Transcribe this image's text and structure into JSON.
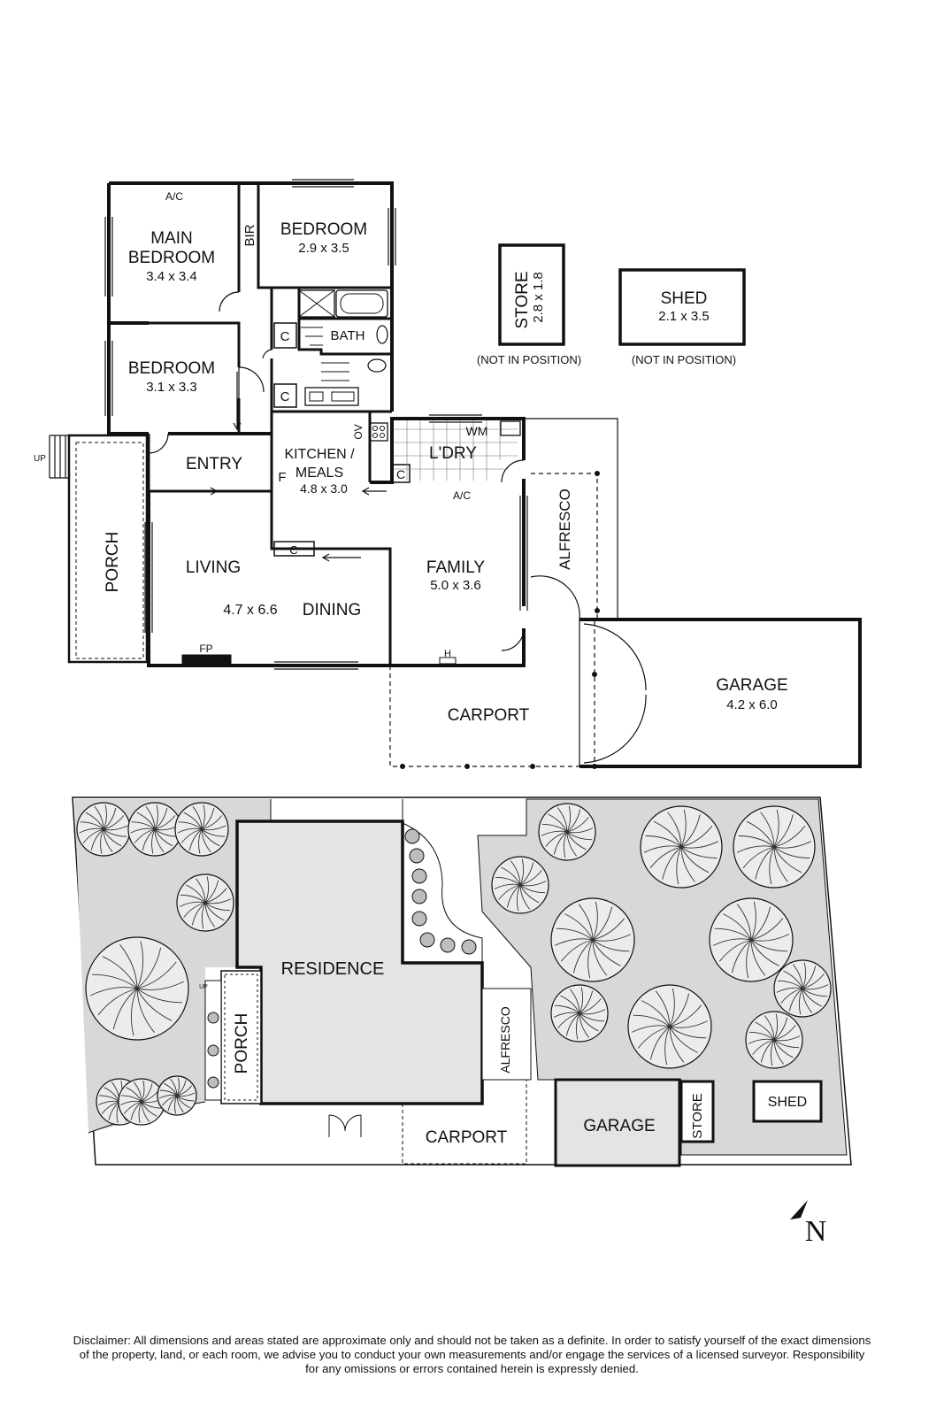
{
  "rooms": {
    "ac_top": "A/C",
    "main_bedroom_l1": "MAIN",
    "main_bedroom_l2": "BEDROOM",
    "main_bedroom_dim": "3.4 x 3.4",
    "bir": "BIR",
    "bedroom2": "BEDROOM",
    "bedroom2_dim": "2.9 x 3.5",
    "bedroom3": "BEDROOM",
    "bedroom3_dim": "3.1 x 3.3",
    "bath": "BATH",
    "cupboard": "C",
    "entry": "ENTRY",
    "up": "UP",
    "kitchen_l1": "KITCHEN /",
    "kitchen_l2": "MEALS",
    "kitchen_dim": "4.8 x 3.0",
    "fridge": "F",
    "oven": "OV",
    "laundry": "L'DRY",
    "wm": "WM",
    "ac_family": "A/C",
    "porch": "PORCH",
    "living": "LIVING",
    "living_dim": "4.7 x 6.6",
    "dining": "DINING",
    "family": "FAMILY",
    "family_dim": "5.0 x 3.6",
    "fp": "FP",
    "heater": "H",
    "alfresco": "ALFRESCO",
    "carport": "CARPORT",
    "garage": "GARAGE",
    "garage_dim": "4.2 x 6.0",
    "store": "STORE",
    "store_dim": "2.8 x 1.8",
    "store_note": "(NOT IN POSITION)",
    "shed": "SHED",
    "shed_dim": "2.1 x 3.5",
    "shed_note": "(NOT IN POSITION)"
  },
  "site": {
    "residence": "RESIDENCE",
    "porch": "PORCH",
    "alfresco": "ALFRESCO",
    "carport": "CARPORT",
    "garage": "GARAGE",
    "store": "STORE",
    "shed": "SHED",
    "up": "UP"
  },
  "compass": {
    "label": "N"
  },
  "disclaimer": {
    "line1": "Disclaimer: All dimensions and areas stated are approximate only and should not be taken as a definite. In order to satisfy yourself of the exact dimensions",
    "line2": "of the property, land, or each room, we advise you to conduct your own measurements and/or engage the services of a licensed surveyor. Responsibility",
    "line3": "for any omissions or errors contained herein is expressly denied."
  },
  "colors": {
    "wall": "#111111",
    "site_fill": "#d8d8d8",
    "tree_fill": "#ececec"
  }
}
